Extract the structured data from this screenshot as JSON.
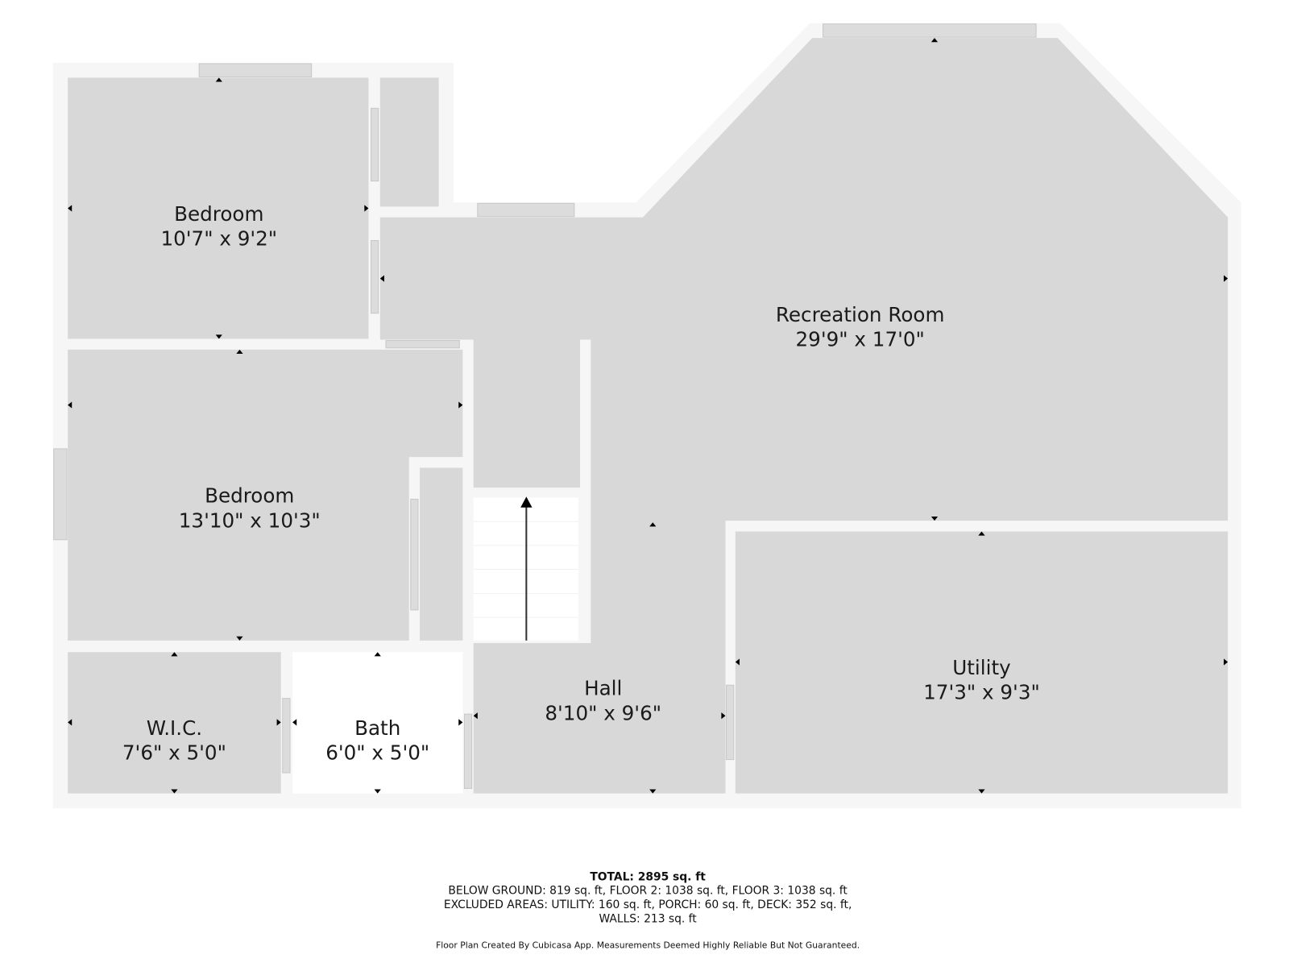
{
  "rooms": [
    {
      "name": "Bedroom",
      "dims": "10'7\" x 9'2\""
    },
    {
      "name": "Bedroom",
      "dims": "13'10\" x 10'3\""
    },
    {
      "name": "Recreation Room",
      "dims": "29'9\" x 17'0\""
    },
    {
      "name": "Utility",
      "dims": "17'3\" x 9'3\""
    },
    {
      "name": "Hall",
      "dims": "8'10\" x 9'6\""
    },
    {
      "name": "W.I.C.",
      "dims": "7'6\" x 5'0\""
    },
    {
      "name": "Bath",
      "dims": "6'0\" x 5'0\""
    }
  ],
  "footer": {
    "total": "TOTAL: 2895 sq. ft",
    "line1": "BELOW GROUND: 819 sq. ft, FLOOR 2: 1038 sq. ft, FLOOR 3: 1038 sq. ft",
    "line2": "EXCLUDED AREAS: UTILITY: 160 sq. ft, PORCH: 60 sq. ft, DECK: 352 sq. ft,",
    "line3": "WALLS: 213 sq. ft",
    "disclaimer": "Floor Plan Created By Cubicasa App. Measurements Deemed Highly Reliable But Not Guaranteed."
  },
  "colors": {
    "room": "#d9d8d9",
    "wall": "#f6f6f6",
    "open": "#ffffff"
  }
}
